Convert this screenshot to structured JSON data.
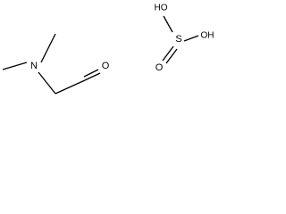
{
  "left_molecule": {
    "atoms": {
      "nitrogen": "N",
      "oxygen": "O"
    }
  },
  "right_molecule": {
    "atoms": {
      "hydroxyl_top": "HO",
      "sulfur": "S",
      "hydroxyl_right": "OH",
      "oxygen_double": "O"
    }
  }
}
